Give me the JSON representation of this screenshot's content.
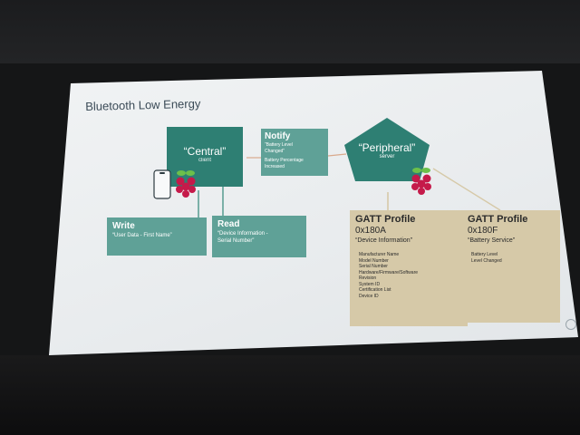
{
  "slide": {
    "title": "Bluetooth Low Energy",
    "central": {
      "label": "“Central”",
      "sublabel": "client"
    },
    "peripheral": {
      "label": "“Peripheral”",
      "sublabel": "server"
    },
    "notify": {
      "heading": "Notify",
      "line1": "“Battery Level",
      "line2": "Changed”",
      "line3": "Battery Percentage",
      "line4": "Increased"
    },
    "write": {
      "heading": "Write",
      "line1": "“User Data - First Name”"
    },
    "read": {
      "heading": "Read",
      "line1": "“Device Information -",
      "line2": "Serial Number”"
    },
    "gatt_device": {
      "heading": "GATT Profile",
      "id": "0x180A",
      "name": "“Device Information”",
      "items": [
        "Manufacturer Name",
        "Model Number",
        "Serial Number",
        "Hardware/Firmware/Software",
        "Revision",
        "System ID",
        "Certification List",
        "Device ID"
      ]
    },
    "gatt_battery": {
      "heading": "GATT Profile",
      "id": "0x180F",
      "name": "“Battery Service”",
      "items": [
        "Battery Level",
        "Level Changed"
      ]
    }
  },
  "colors": {
    "teal_dark": "#2e7f73",
    "teal_light": "#5fa197",
    "gatt_tan": "#d6c9a8",
    "raspberry": "#c51a4a",
    "leaf": "#6cc04a"
  },
  "icons": [
    "smartphone-icon",
    "raspberry-pi-icon"
  ]
}
